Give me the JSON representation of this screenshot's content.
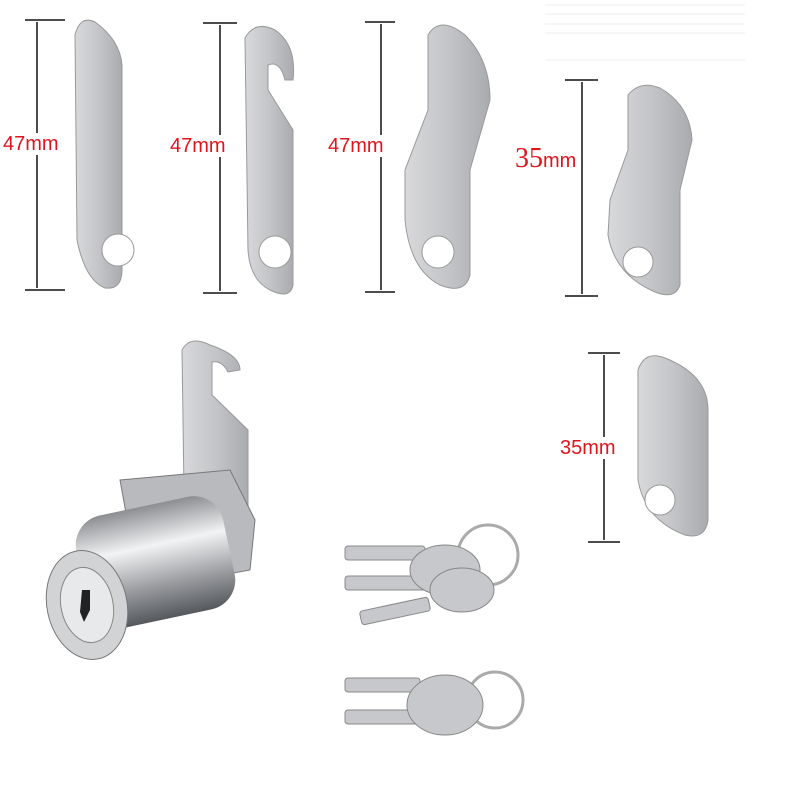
{
  "dimensions": {
    "cam_straight": "47mm",
    "cam_hook": "47mm",
    "cam_offset": "47mm",
    "cam_offset_short_value": "35",
    "cam_offset_short_unit": "mm",
    "cam_short_straight": "35mm"
  },
  "colors": {
    "label": "#e0141c",
    "metal": "#c9cacc",
    "line": "#111111"
  }
}
